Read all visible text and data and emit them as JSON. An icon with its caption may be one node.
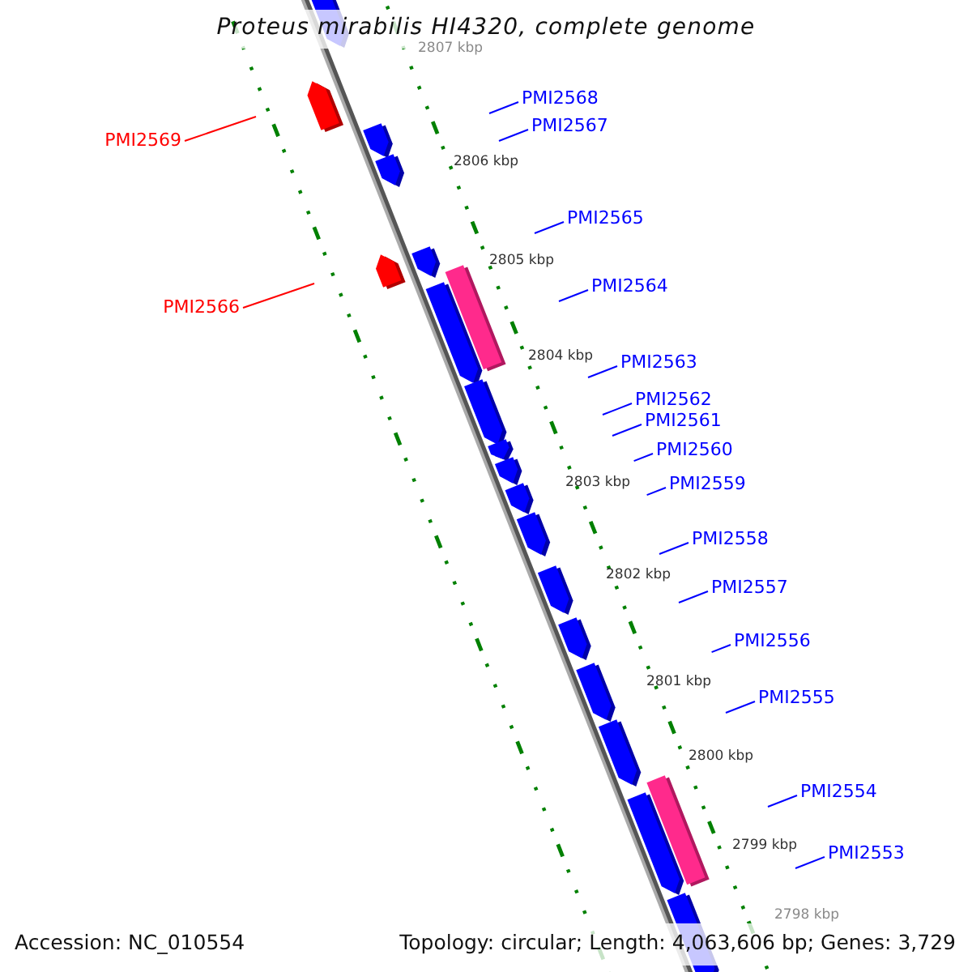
{
  "diagram": {
    "title": "Proteus mirabilis HI4320, complete genome",
    "nodes": [
      {
        "text": [
          "PMI2568"
        ]
      },
      {
        "text": [
          "PMI2567"
        ]
      },
      {
        "text": [
          "PMI2569"
        ]
      },
      {
        "text": [
          "PMI2565"
        ]
      },
      {
        "text": [
          "PMI2564"
        ]
      },
      {
        "text": [
          "PMI2566"
        ]
      },
      {
        "text": [
          "PMI2563"
        ]
      },
      {
        "text": [
          "PMI2562"
        ]
      },
      {
        "text": [
          "PMI2561"
        ]
      },
      {
        "text": [
          "PMI2560"
        ]
      },
      {
        "text": [
          "PMI2559"
        ]
      },
      {
        "text": [
          "PMI2558"
        ]
      },
      {
        "text": [
          "PMI2557"
        ]
      },
      {
        "text": [
          "PMI2556"
        ]
      },
      {
        "text": [
          "PMI2555"
        ]
      },
      {
        "text": [
          "PMI2554"
        ]
      },
      {
        "text": [
          "PMI2553"
        ]
      }
    ],
    "edges": [
      {
        "from": 0,
        "to": null,
        "arrow": "none"
      },
      {
        "from": 1,
        "to": null,
        "arrow": "none"
      },
      {
        "from": 2,
        "to": null,
        "arrow": "none",
        "color": "#ff0000"
      },
      {
        "from": 3,
        "to": null,
        "arrow": "none"
      },
      {
        "from": 4,
        "to": null,
        "arrow": "none"
      },
      {
        "from": 5,
        "to": null,
        "arrow": "none",
        "color": "#ff0000"
      },
      {
        "from": 6,
        "to": null,
        "arrow": "none"
      },
      {
        "from": 7,
        "to": null,
        "arrow": "none"
      },
      {
        "from": 8,
        "to": null,
        "arrow": "none"
      },
      {
        "from": 9,
        "to": null,
        "arrow": "none"
      },
      {
        "from": 10,
        "to": null,
        "arrow": "none"
      },
      {
        "from": 11,
        "to": null,
        "arrow": "none"
      },
      {
        "from": 12,
        "to": null,
        "arrow": "none"
      },
      {
        "from": 13,
        "to": null,
        "arrow": "none"
      },
      {
        "from": 14,
        "to": null,
        "arrow": "none"
      },
      {
        "from": 15,
        "to": null,
        "arrow": "none"
      },
      {
        "from": 16,
        "to": null,
        "arrow": "none"
      }
    ],
    "labels": [
      "2807 kbp",
      "2806 kbp",
      "2805 kbp",
      "2804 kbp",
      "2803 kbp",
      "2802 kbp",
      "2801 kbp",
      "2800 kbp",
      "2799 kbp",
      "2798 kbp",
      "Accession: NC_010554",
      "Topology: circular; Length: 4,063,606 bp; Genes: 3,729"
    ]
  }
}
